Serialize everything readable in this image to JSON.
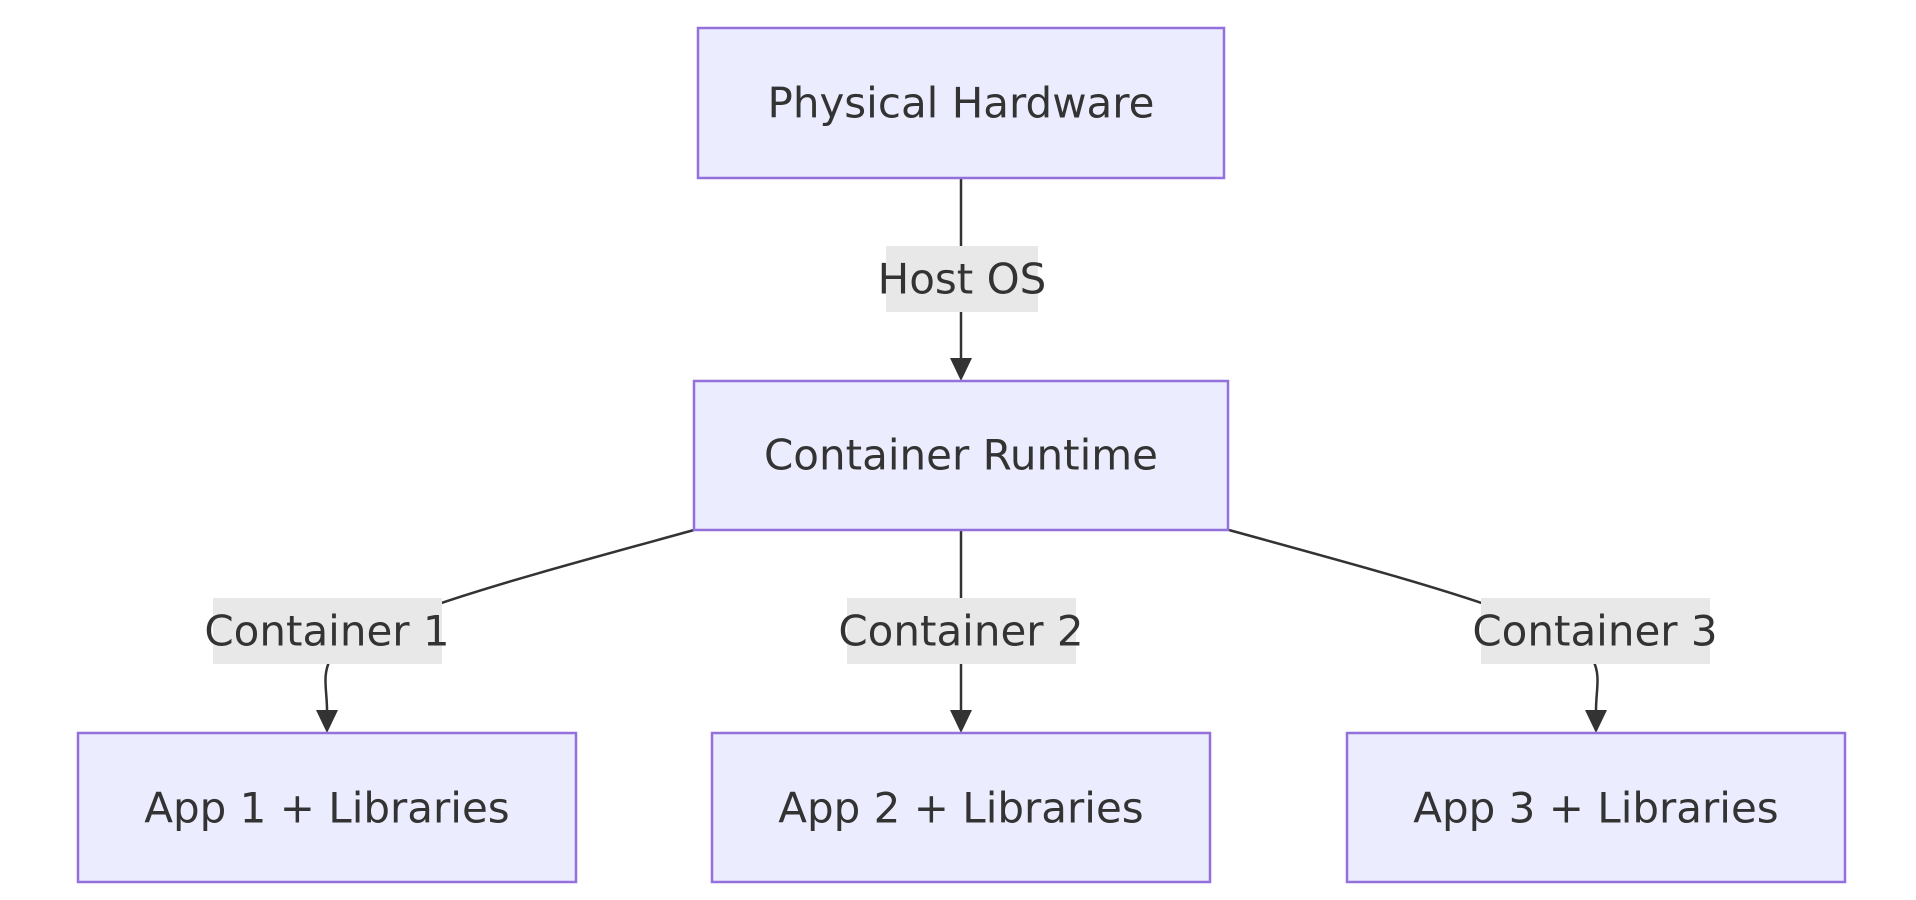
{
  "diagram": {
    "type": "flowchart",
    "direction": "top-down",
    "colors": {
      "node_fill": "#ECECFF",
      "node_stroke": "#9370DB",
      "edge": "#333333",
      "text": "#333333",
      "edge_label_bg": "#E8E8E8"
    },
    "nodes": {
      "hardware": {
        "label": "Physical Hardware"
      },
      "runtime": {
        "label": "Container Runtime"
      },
      "app1": {
        "label": "App 1 + Libraries"
      },
      "app2": {
        "label": "App 2 + Libraries"
      },
      "app3": {
        "label": "App 3 + Libraries"
      }
    },
    "edges": {
      "host_os": {
        "from": "hardware",
        "to": "runtime",
        "label": "Host OS"
      },
      "container1": {
        "from": "runtime",
        "to": "app1",
        "label": "Container 1"
      },
      "container2": {
        "from": "runtime",
        "to": "app2",
        "label": "Container 2"
      },
      "container3": {
        "from": "runtime",
        "to": "app3",
        "label": "Container 3"
      }
    }
  }
}
